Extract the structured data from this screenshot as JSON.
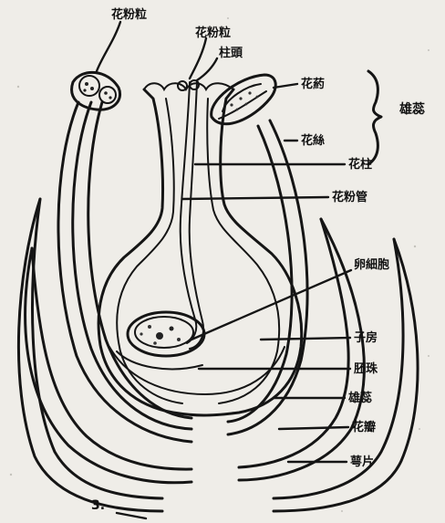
{
  "labels": {
    "pollen_grain_left": "花粉粒",
    "pollen_grain_top": "花粉粒",
    "stigma": "柱頭",
    "anther": "花葯",
    "filament": "花絲",
    "stamen": "雄蕊",
    "style": "花柱",
    "pollen_tube": "花粉管",
    "egg_cell": "卵細胞",
    "ovary": "子房",
    "ovule": "胚珠",
    "stamen_lower": "雄蕊",
    "petal": "花瓣",
    "sepal": "萼片",
    "figure_number": "3."
  }
}
